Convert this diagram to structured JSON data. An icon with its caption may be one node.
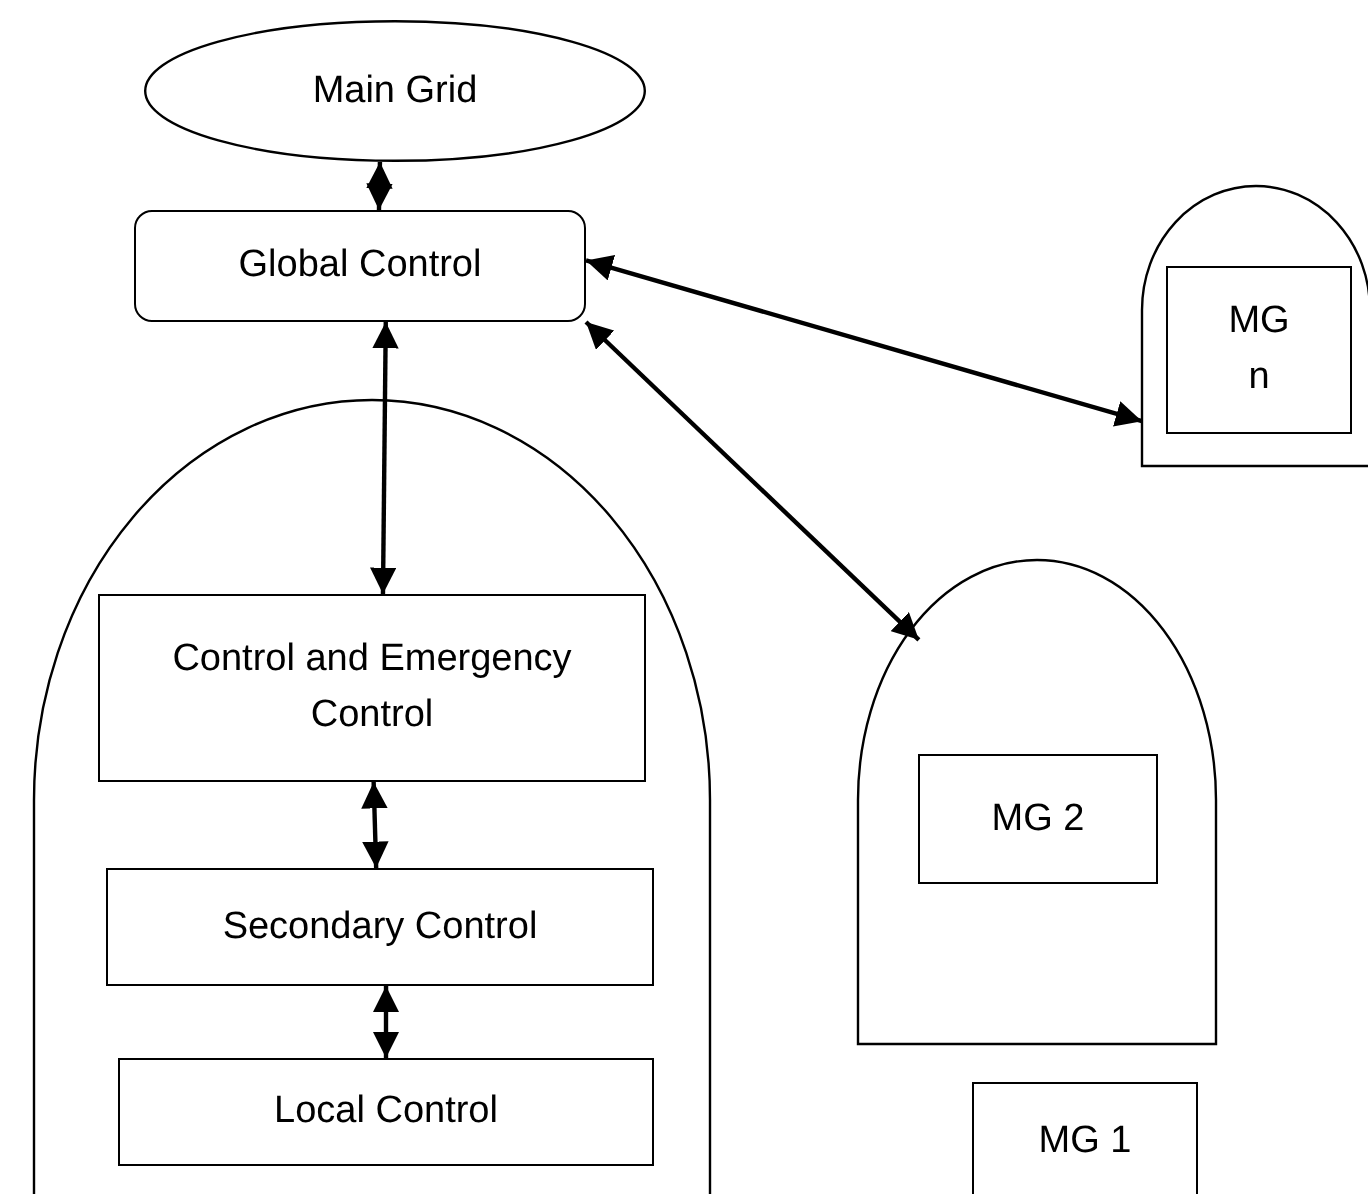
{
  "diagram": {
    "nodes": [
      {
        "text": [
          "Main Grid"
        ]
      },
      {
        "text": [
          "Global Control"
        ]
      },
      {
        "text": [],
        "shape": "arch"
      },
      {
        "text": [
          "Control and Emergency Control"
        ],
        "in": 2
      },
      {
        "text": [
          "Secondary Control"
        ],
        "in": 2
      },
      {
        "text": [
          "Local Control"
        ],
        "in": 2
      },
      {
        "text": [],
        "shape": "arch"
      },
      {
        "text": [
          "MG n"
        ],
        "in": 6
      },
      {
        "text": [],
        "shape": "arch"
      },
      {
        "text": [
          "MG 2"
        ],
        "in": 8
      },
      {
        "text": [
          "MG 1"
        ]
      }
    ],
    "edges": [
      {
        "from": 0,
        "to": 1,
        "arrow": "both"
      },
      {
        "from": 1,
        "to": 3,
        "arrow": "both"
      },
      {
        "from": 3,
        "to": 4,
        "arrow": "both"
      },
      {
        "from": 4,
        "to": 5,
        "arrow": "both"
      },
      {
        "from": 1,
        "to": 6,
        "arrow": "both"
      },
      {
        "from": 1,
        "to": 8,
        "arrow": "both"
      }
    ]
  }
}
